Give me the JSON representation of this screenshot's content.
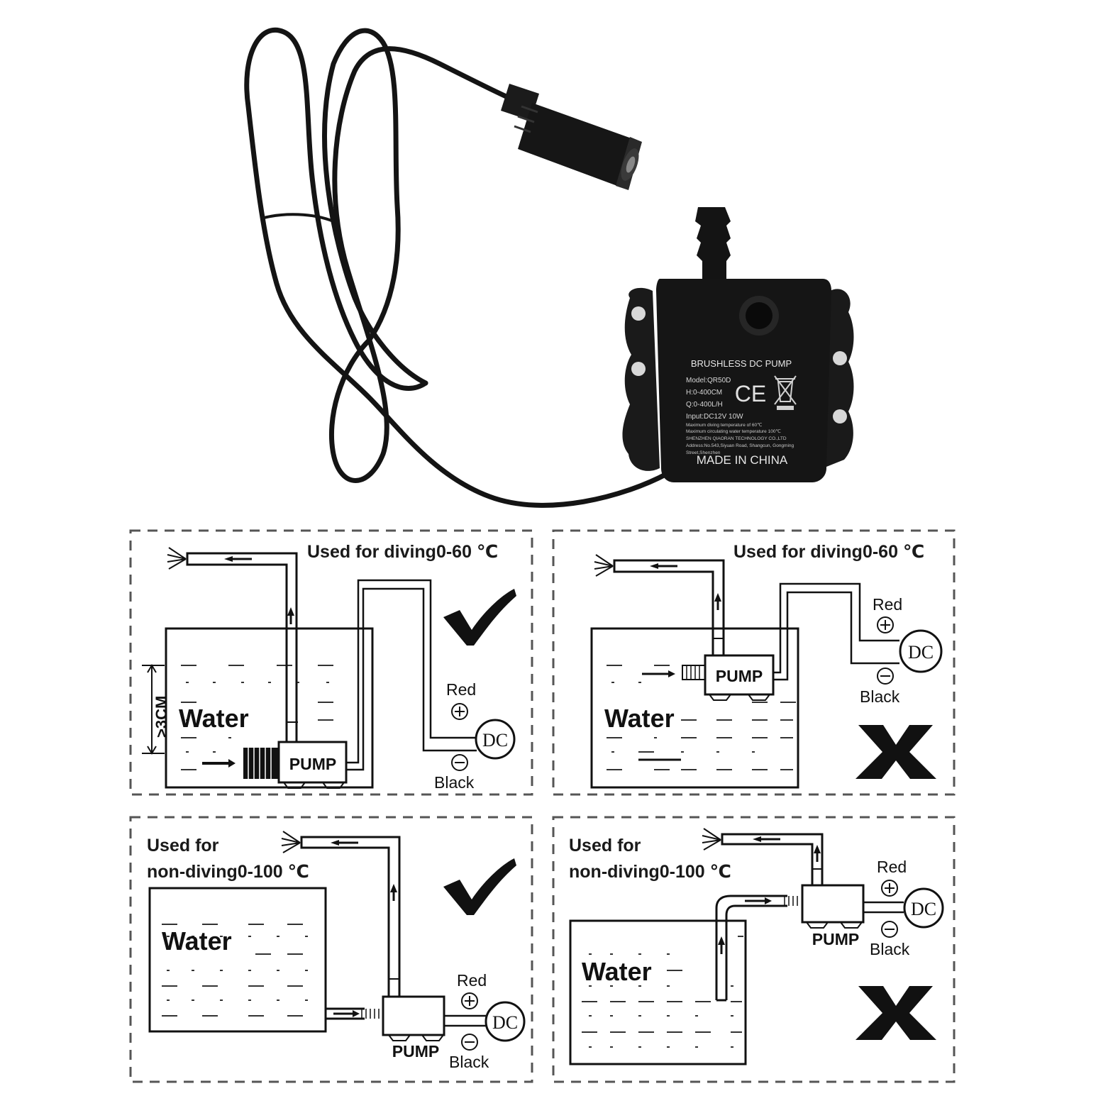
{
  "product_label": {
    "line1": "BRUSHLESS DC PUMP",
    "model": "Model:QR50D",
    "head": "H:0-400CM",
    "flow": "Q:0-400L/H",
    "input": "Input:DC12V  10W",
    "max_dive": "Maximum diving temperature of 60℃",
    "max_circ": "Maximum circulating water temperature 100℃",
    "company": "SHENZHEN QIAORAN TECHNOLOGY CO.,LTD",
    "address1": "Address:No.543,Siyuan Road, Shangcun, Gongming",
    "address2": "Street,Shenzhen",
    "made_in": "MADE IN CHINA",
    "ce_mark": "CE"
  },
  "panels": [
    {
      "title": "Used for diving0-60 ℃",
      "water": "Water",
      "pump": "PUMP",
      "red": "Red",
      "black": "Black",
      "dc": "DC",
      "depth": ">3CM",
      "verdict": "check-icon"
    },
    {
      "title": "Used for diving0-60 ℃",
      "water": "Water",
      "pump": "PUMP",
      "red": "Red",
      "black": "Black",
      "dc": "DC",
      "verdict": "cross-icon"
    },
    {
      "title_line1": "Used for",
      "title_line2": "non-diving0-100 ℃",
      "water": "Water",
      "pump": "PUMP",
      "red": "Red",
      "black": "Black",
      "dc": "DC",
      "verdict": "check-icon"
    },
    {
      "title_line1": "Used for",
      "title_line2": "non-diving0-100 ℃",
      "water": "Water",
      "pump": "PUMP",
      "red": "Red",
      "black": "Black",
      "dc": "DC",
      "verdict": "cross-icon"
    }
  ]
}
